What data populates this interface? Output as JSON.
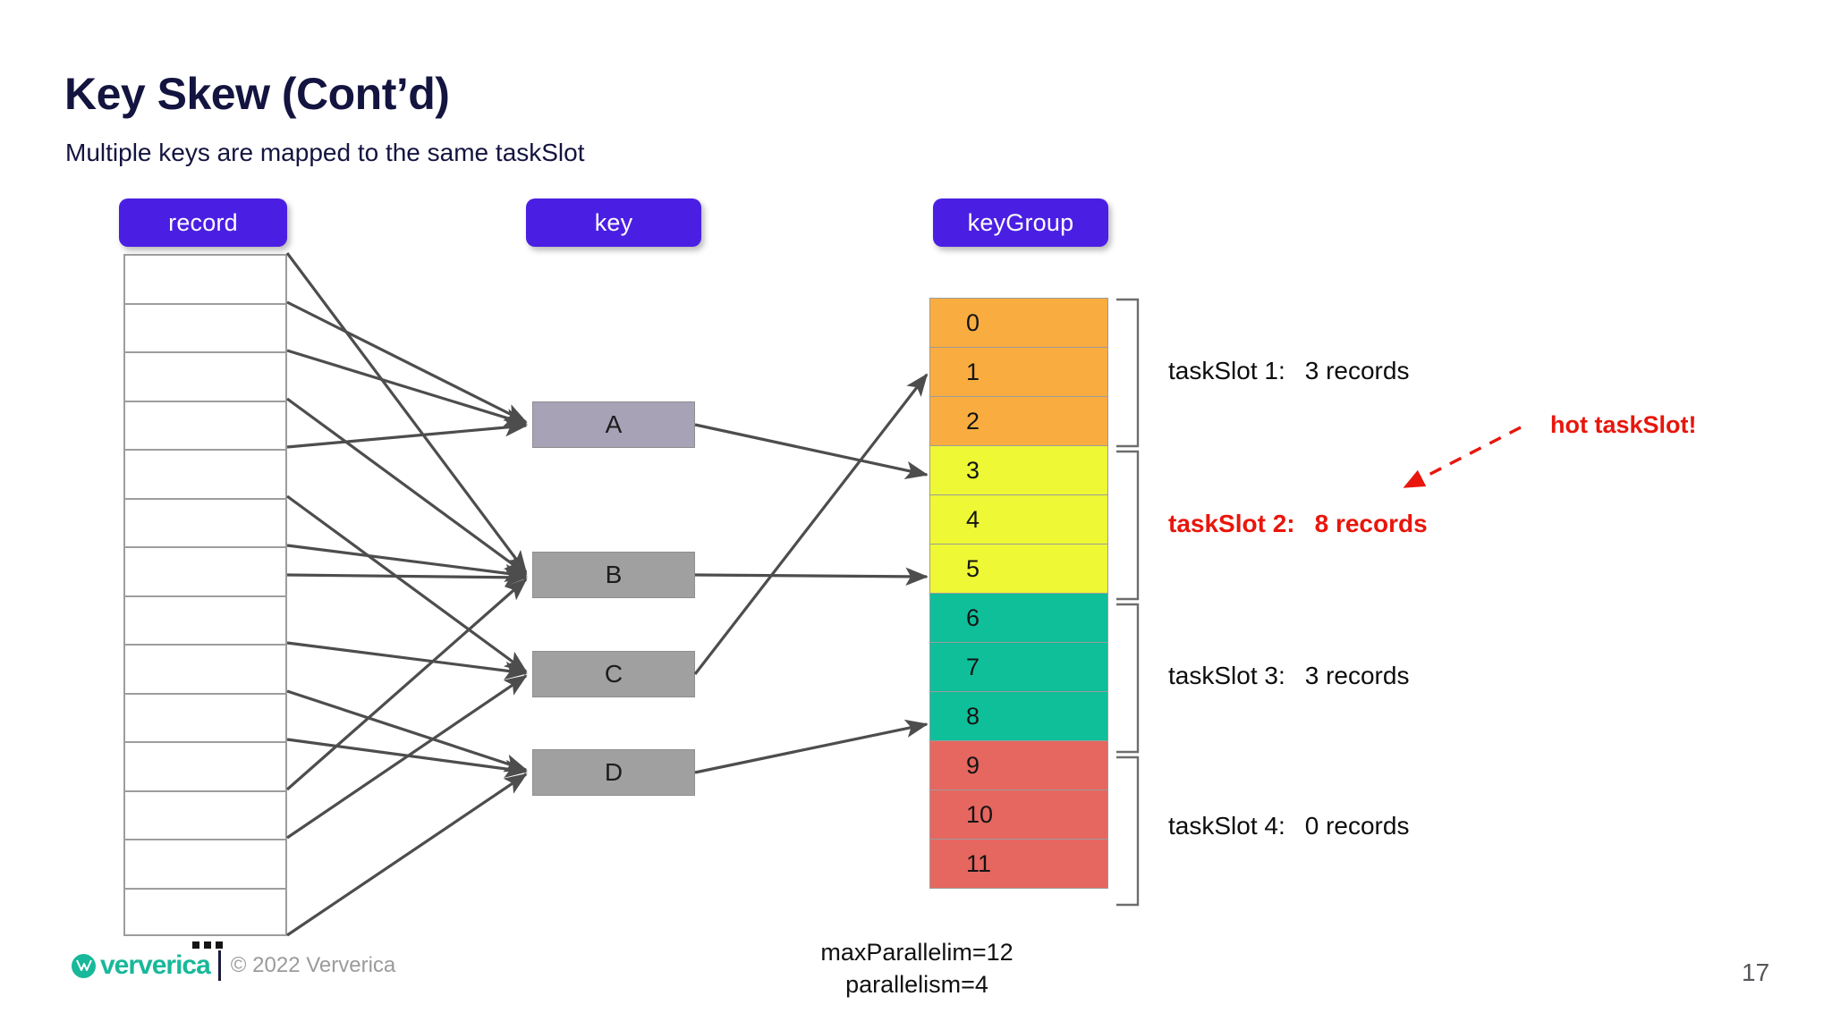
{
  "slide": {
    "title": "Key Skew (Cont’d)",
    "subtitle": "Multiple keys are mapped to the same taskSlot",
    "page_number": "17",
    "title_color": "#141440"
  },
  "columns": {
    "record": {
      "header": "record",
      "rows": 14,
      "header_color": "#4A1FE3"
    },
    "key": {
      "header": "key",
      "items": [
        {
          "label": "A",
          "color": "#a7a2b6"
        },
        {
          "label": "B",
          "color": "#a0a0a0"
        },
        {
          "label": "C",
          "color": "#a0a0a0"
        },
        {
          "label": "D",
          "color": "#a0a0a0"
        }
      ]
    },
    "keygroup": {
      "header": "keyGroup",
      "cells": [
        {
          "label": "0",
          "color": "#f9ad40"
        },
        {
          "label": "1",
          "color": "#f9ad40"
        },
        {
          "label": "2",
          "color": "#f9ad40"
        },
        {
          "label": "3",
          "color": "#eef834"
        },
        {
          "label": "4",
          "color": "#eef834"
        },
        {
          "label": "5",
          "color": "#eef834"
        },
        {
          "label": "6",
          "color": "#0ebf9a"
        },
        {
          "label": "7",
          "color": "#0ebf9a"
        },
        {
          "label": "8",
          "color": "#0ebf9a"
        },
        {
          "label": "9",
          "color": "#e5675f"
        },
        {
          "label": "10",
          "color": "#e5675f"
        },
        {
          "label": "11",
          "color": "#e5675f"
        }
      ]
    }
  },
  "task_slots": [
    {
      "name": "taskSlot 1:",
      "count": "3 records",
      "hot": false
    },
    {
      "name": "taskSlot 2:",
      "count": "8 records",
      "hot": true
    },
    {
      "name": "taskSlot 3:",
      "count": "3 records",
      "hot": false
    },
    {
      "name": "taskSlot 4:",
      "count": "0 records",
      "hot": false
    }
  ],
  "annotation": {
    "text": "hot taskSlot!",
    "color": "#e8160c"
  },
  "params": {
    "max_parallelism": "maxParallelim=12",
    "parallelism": "parallelism=4"
  },
  "footer": {
    "brand": "ververica",
    "copyright": "© 2022 Ververica",
    "brand_color": "#18b89a"
  }
}
